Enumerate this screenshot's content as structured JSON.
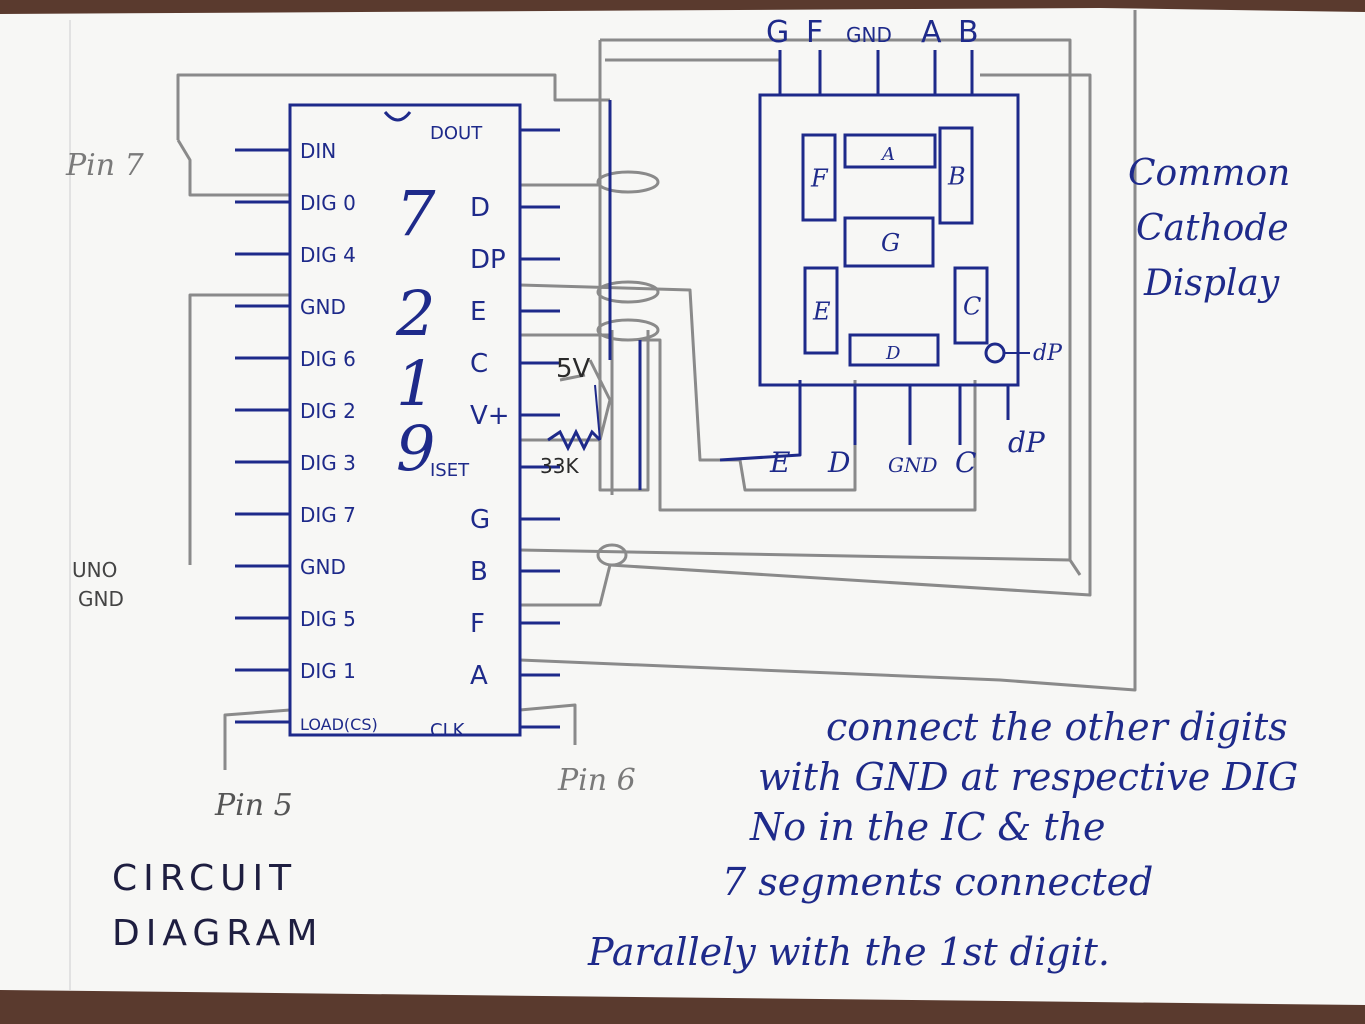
{
  "ic": {
    "label_digits": [
      "7",
      "2",
      "1",
      "9"
    ],
    "left_pins": [
      "DIN",
      "DIG 0",
      "DIG 4",
      "GND",
      "DIG 6",
      "DIG 2",
      "DIG 3",
      "DIG 7",
      "GND",
      "DIG 5",
      "DIG 1",
      "LOAD(CS)"
    ],
    "right_pins": [
      "DOUT",
      "D",
      "DP",
      "E",
      "C",
      "V+",
      "ISET",
      "G",
      "B",
      "F",
      "A",
      "CLK"
    ]
  },
  "pin_labels": {
    "pin7": "Pin 7",
    "uno_gnd_1": "UNO",
    "uno_gnd_2": "GND",
    "pin5": "Pin 5",
    "pin6": "Pin 6",
    "five_v": "5V",
    "resistor": "33K"
  },
  "display": {
    "top_pins": [
      "G",
      "F",
      "GND",
      "A",
      "B"
    ],
    "segments": [
      "A",
      "B",
      "C",
      "D",
      "E",
      "F",
      "G"
    ],
    "dp_label_right": "dP",
    "bottom_pins": [
      "E",
      "D",
      "GND",
      "C",
      "dP"
    ]
  },
  "notes": {
    "common_cathode": [
      "Common",
      "Cathode",
      "Display"
    ],
    "circuit_title": [
      "CIRCUIT",
      "DIAGRAM"
    ],
    "instruction": [
      "connect the other digits",
      "with GND at respective DIG",
      "No in the IC  &  the",
      "7 segments connected",
      "Parallely with the 1st digit."
    ]
  },
  "colors": {
    "paper": "#f7f7f5",
    "ink": "#1e2a8a",
    "pencil": "#8a8a8a",
    "background": "#5a3a2e"
  }
}
